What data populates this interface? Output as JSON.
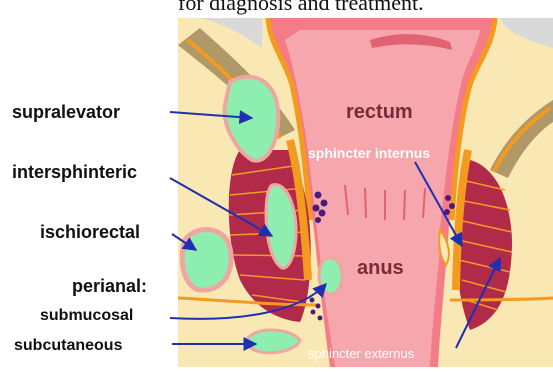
{
  "caption": {
    "text": "for diagnosis and treatment."
  },
  "labels": {
    "supralevator": "supralevator",
    "intersphinteric": "intersphinteric",
    "ischiorectal": "ischiorectal",
    "perianal": "perianal:",
    "submucosal": "submucosal",
    "subcutaneous": "subcutaneous",
    "rectum": "rectum",
    "anus": "anus",
    "sphincter_internus": "sphincter internus",
    "sphincter_externus": "sphincter externus"
  },
  "colors": {
    "background": "#ffffff",
    "skin": "#f9e7b4",
    "rectum": "#f47c86",
    "rectum_light": "#f6a7ad",
    "muscle_dark": "#b12a4a",
    "muscle_mid": "#cc4361",
    "orange": "#f39a1f",
    "abscess": "#8eeeb0",
    "abscess_ring": "#f0a6a0",
    "arrow": "#1f2fb3",
    "dots": "#4c1b7a",
    "grey": "#d9d9d9"
  }
}
